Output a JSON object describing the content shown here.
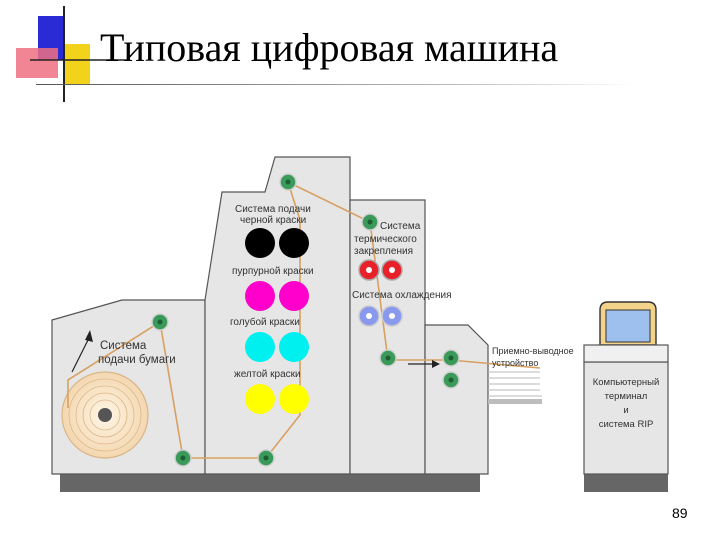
{
  "slide": {
    "title": "Типовая цифровая машина",
    "page_number": "89"
  },
  "labels": {
    "black_feed_line1": "Система подачи",
    "black_feed_line2": "черной краски",
    "thermal_line1": "Система",
    "thermal_line2": "термического",
    "thermal_line3": "закрепления",
    "magenta": "пурпурной краски",
    "cooling": "Система охлаждения",
    "cyan": "голубой краски",
    "paper_line1": "Система",
    "paper_line2": "подачи бумаги",
    "yellow": "желтой краски",
    "output_line1": "Приемно-выводное",
    "output_line2": "устройство",
    "terminal_line1": "Компьютерный",
    "terminal_line2": "терминал",
    "terminal_line3": "и",
    "terminal_line4": "система RIP"
  },
  "colors": {
    "black_ink": "#000000",
    "magenta_ink": "#ff00cc",
    "cyan_ink": "#00f0f0",
    "yellow_ink": "#ffff00",
    "fuser": "#e8202a",
    "cooling": "#8899ee",
    "roller": "#3a9a5a",
    "paper_path": "#d8a060",
    "body": "#e6e6e6",
    "outline": "#555555"
  }
}
